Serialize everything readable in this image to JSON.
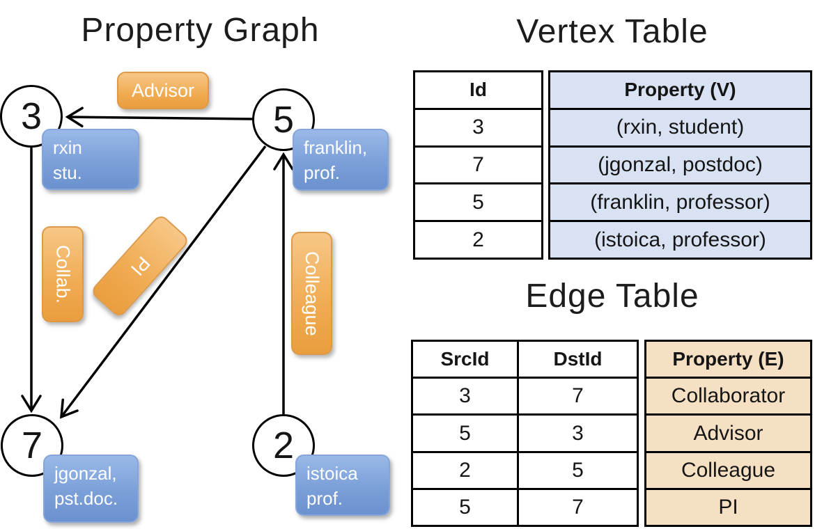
{
  "graph": {
    "title": "Property Graph",
    "nodes": [
      {
        "id": "3"
      },
      {
        "id": "5"
      },
      {
        "id": "7"
      },
      {
        "id": "2"
      }
    ],
    "vertex_labels": [
      {
        "line1": "rxin",
        "line2": "stu."
      },
      {
        "line1": "franklin,",
        "line2": "prof."
      },
      {
        "line1": "jgonzal,",
        "line2": "pst.doc."
      },
      {
        "line1": "istoica",
        "line2": "prof."
      }
    ],
    "edge_labels": {
      "advisor": "Advisor",
      "collab": "Collab.",
      "pi": "PI",
      "colleague": "Colleague"
    }
  },
  "vertex_table": {
    "title": "Vertex Table",
    "columns": {
      "id": "Id",
      "property": "Property (V)"
    },
    "rows": [
      {
        "id": "3",
        "property": "(rxin, student)"
      },
      {
        "id": "7",
        "property": "(jgonzal, postdoc)"
      },
      {
        "id": "5",
        "property": "(franklin, professor)"
      },
      {
        "id": "2",
        "property": "(istoica, professor)"
      }
    ]
  },
  "edge_table": {
    "title": "Edge Table",
    "columns": {
      "src": "SrcId",
      "dst": "DstId",
      "property": "Property (E)"
    },
    "rows": [
      {
        "src": "3",
        "dst": "7",
        "property": "Collaborator"
      },
      {
        "src": "5",
        "dst": "3",
        "property": "Advisor"
      },
      {
        "src": "2",
        "dst": "5",
        "property": "Colleague"
      },
      {
        "src": "5",
        "dst": "7",
        "property": "PI"
      }
    ]
  },
  "colors": {
    "vertex_box_blue": "#7b9fd8",
    "edge_box_orange": "#f0ab52",
    "vertex_table_cell_blue": "#d8e2f3",
    "edge_table_cell_orange": "#f6e0c4",
    "line_black": "#000000"
  }
}
